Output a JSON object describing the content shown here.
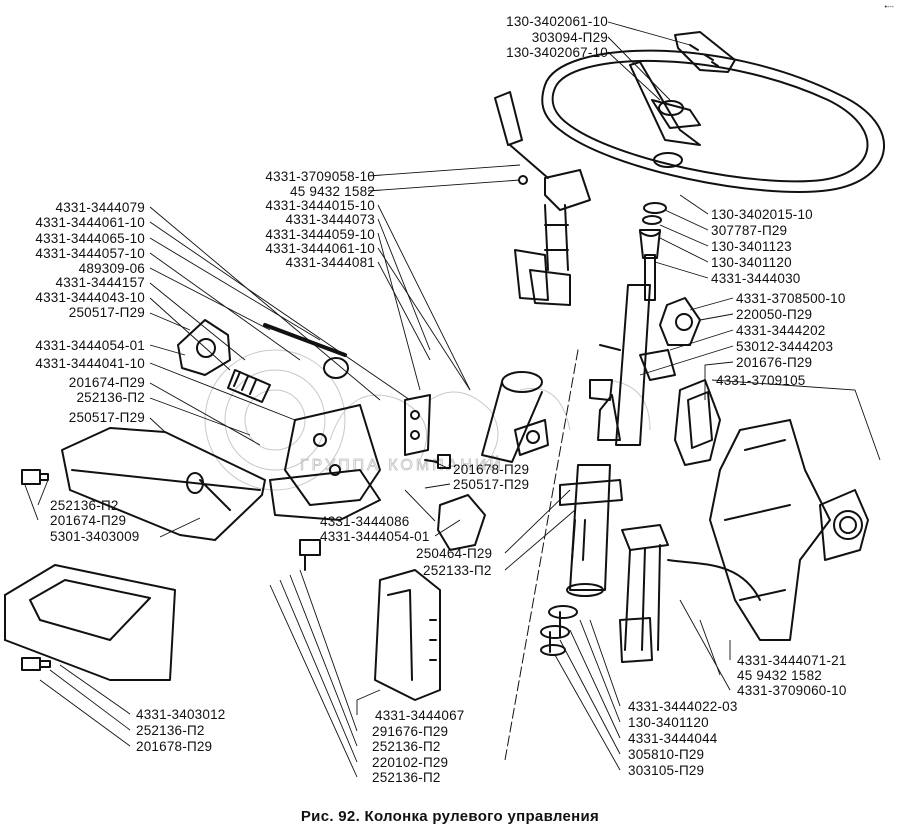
{
  "figure": {
    "caption": "Рис. 92. Колонка рулевого управления",
    "corner_mark": "•‑‑‑",
    "watermark_text": "ГРУППА КОМПАНИЙ"
  },
  "labels": {
    "top_right": [
      "130-3402061-10",
      "303094-П29",
      "130-3402067-10"
    ],
    "center_top": [
      "4331-3709058-10",
      "45 9432 1582",
      "4331-3444015-10",
      "4331-3444073",
      "4331-3444059-10",
      "4331-3444061-10",
      "4331-3444081"
    ],
    "left_upper": [
      "4331-3444079",
      "4331-3444061-10",
      "4331-3444065-10",
      "4331-3444057-10",
      "489309-06",
      "4331-3444157",
      "4331-3444043-10",
      "250517-П29"
    ],
    "left_middle": [
      "4331-3444054-01",
      "4331-3444041-10",
      "201674-П29",
      "252136-П2",
      "250517-П29"
    ],
    "left_lower": [
      "252136-П2",
      "201674-П29",
      "5301-3403009"
    ],
    "right_column": [
      "130-3402015-10",
      "307787-П29",
      "130-3401123",
      "130-3401120",
      "4331-3444030",
      "4331-3708500-10",
      "220050-П29",
      "4331-3444202",
      "53012-3444203",
      "201676-П29",
      "4331-3709105"
    ],
    "center_middle": [
      "201678-П29",
      "250517-П29",
      "4331-3444086",
      "4331-3444054-01",
      "250464-П29",
      "252133-П2"
    ],
    "right_lower": [
      "4331-3444071-21",
      "45 9432 1582",
      "4331-3709060-10"
    ],
    "bottom_center_right": [
      "4331-3444022-03",
      "130-3401120",
      "4331-3444044",
      "305810-П29",
      "303105-П29"
    ],
    "bottom_center": [
      "4331-3444067",
      "291676-П29",
      "252136-П2",
      "220102-П29",
      "252136-П2"
    ],
    "bottom_left": [
      "4331-3403012",
      "252136-П2",
      "201678-П29"
    ]
  }
}
